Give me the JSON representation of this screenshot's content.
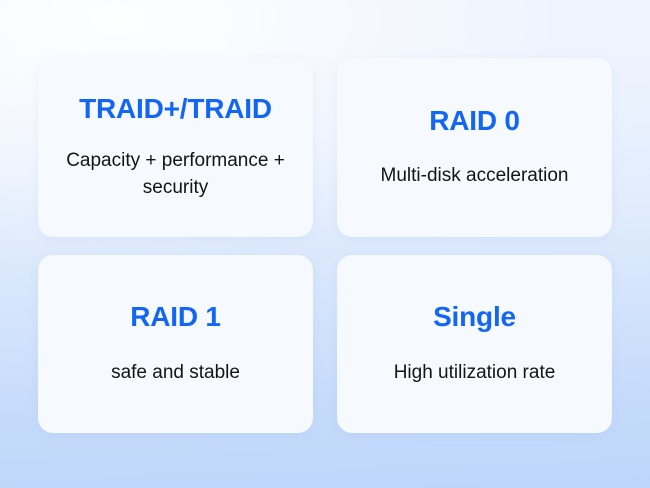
{
  "panel": {
    "background_top_color": "#eef4fe",
    "background_bottom_color": "#bed6fa",
    "card_background_color": "#f6f9fd",
    "accent_color": "#1366f5",
    "body_text_color": "#141414"
  },
  "cards": [
    {
      "title": "TRAID+/TRAID",
      "description": "Capacity + performance + security"
    },
    {
      "title": "RAID 0",
      "description": "Multi-disk acceleration"
    },
    {
      "title": "RAID 1",
      "description": "safe and stable"
    },
    {
      "title": "Single",
      "description": "High utilization rate"
    }
  ]
}
